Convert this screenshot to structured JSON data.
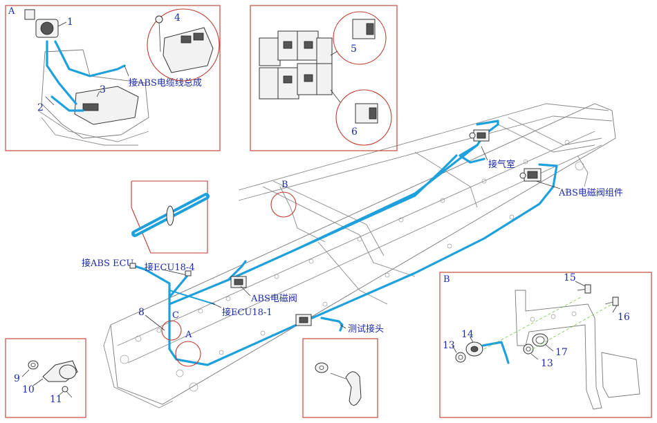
{
  "panels": {
    "a": "A",
    "b": "B"
  },
  "labels": {
    "abs_harness": "接ABS电缆线总成",
    "air_chamber": "接气室",
    "abs_valve_assembly": "ABS电磁阀组件",
    "abs_ecu": "接ABS ECU",
    "ecu18_4": "接ECU18-4",
    "abs_valve": "ABS电磁阀",
    "ecu18_1": "接ECU18-1",
    "test_connector": "测试接头",
    "callout_b": "B",
    "callout_c": "C",
    "callout_a": "A"
  },
  "part_numbers": {
    "p1": "1",
    "p2": "2",
    "p3": "3",
    "p4": "4",
    "p5": "5",
    "p6": "6",
    "p8": "8",
    "p9": "9",
    "p10": "10",
    "p11": "11",
    "p13a": "13",
    "p13b": "13",
    "p14": "14",
    "p15": "15",
    "p16": "16",
    "p17": "17"
  },
  "colors": {
    "cable": "#1ea0dc",
    "frame_border": "#c0392b",
    "label_text": "#1c2aa8"
  }
}
